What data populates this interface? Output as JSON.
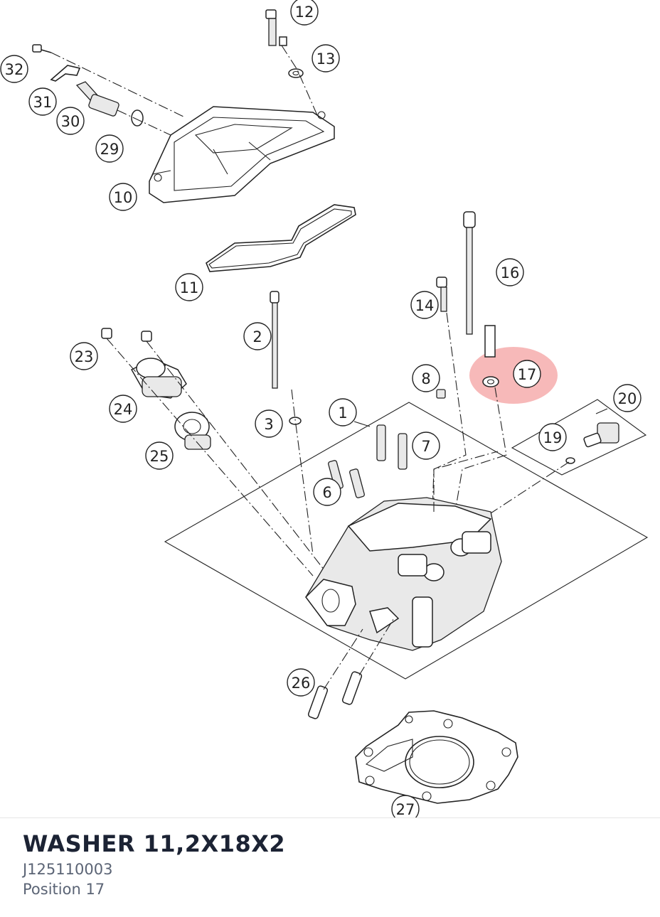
{
  "part": {
    "title": "WASHER 11,2X18X2",
    "number": "J125110003",
    "position": "Position 17"
  },
  "diagram": {
    "highlight_color": "#f08080",
    "callouts": [
      {
        "id": "1",
        "highlighted": false
      },
      {
        "id": "2",
        "highlighted": false
      },
      {
        "id": "3",
        "highlighted": false
      },
      {
        "id": "6",
        "highlighted": false
      },
      {
        "id": "7",
        "highlighted": false
      },
      {
        "id": "8",
        "highlighted": false
      },
      {
        "id": "10",
        "highlighted": false
      },
      {
        "id": "11",
        "highlighted": false
      },
      {
        "id": "12",
        "highlighted": false
      },
      {
        "id": "13",
        "highlighted": false
      },
      {
        "id": "14",
        "highlighted": false
      },
      {
        "id": "16",
        "highlighted": false
      },
      {
        "id": "17",
        "highlighted": true
      },
      {
        "id": "19",
        "highlighted": false
      },
      {
        "id": "20",
        "highlighted": false
      },
      {
        "id": "23",
        "highlighted": false
      },
      {
        "id": "24",
        "highlighted": false
      },
      {
        "id": "25",
        "highlighted": false
      },
      {
        "id": "26",
        "highlighted": false
      },
      {
        "id": "27",
        "highlighted": false
      },
      {
        "id": "29",
        "highlighted": false
      },
      {
        "id": "30",
        "highlighted": false
      },
      {
        "id": "31",
        "highlighted": false
      },
      {
        "id": "32",
        "highlighted": false
      }
    ]
  }
}
